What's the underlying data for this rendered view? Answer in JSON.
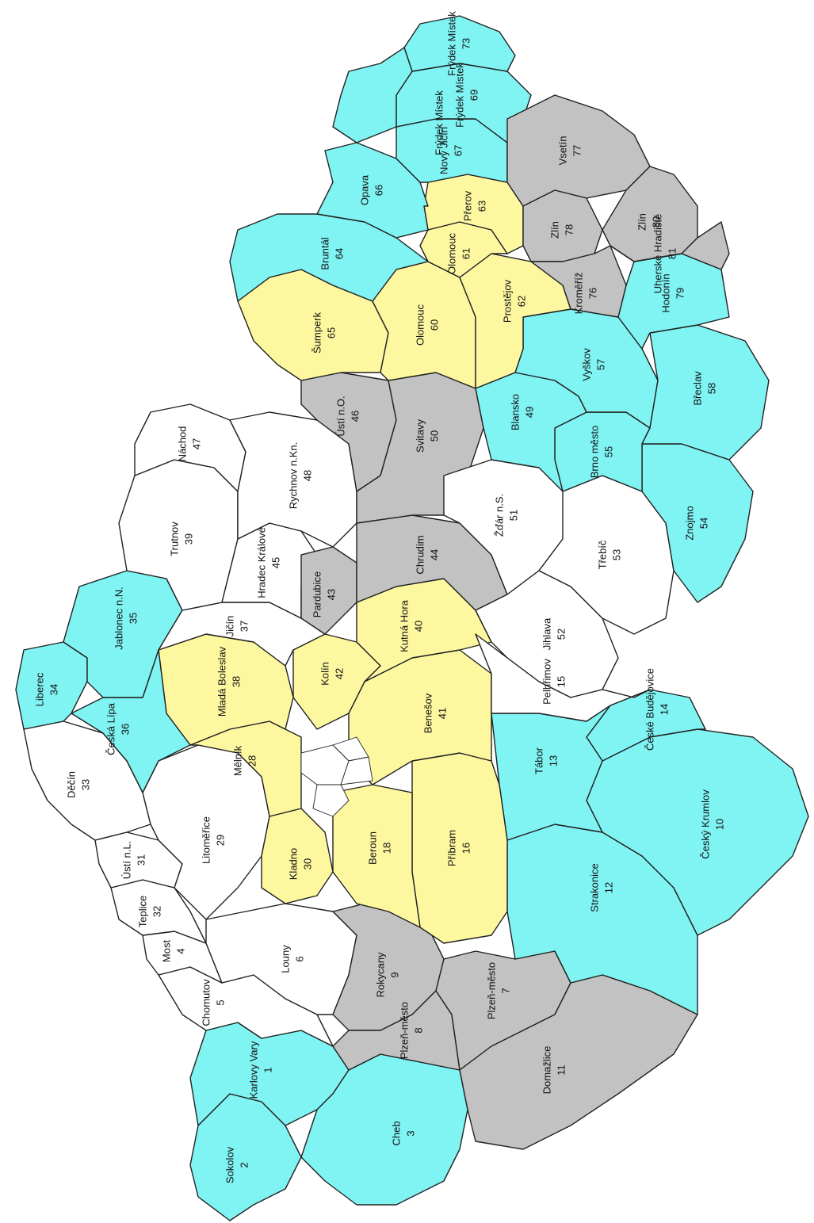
{
  "colors": {
    "cyan": "#80f3f3",
    "yellow": "#fdf8a0",
    "gray": "#c2c2c2",
    "white": "#ffffff",
    "border": "#222222"
  },
  "regions": [
    {
      "key": "r1",
      "name": "Karlovy Vary",
      "number": "1",
      "color": "cyan"
    },
    {
      "key": "r2",
      "name": "Sokolov",
      "number": "2",
      "color": "cyan"
    },
    {
      "key": "r3",
      "name": "Cheb",
      "number": "3",
      "color": "cyan"
    },
    {
      "key": "r4",
      "name": "Most",
      "number": "4",
      "color": "white"
    },
    {
      "key": "r5",
      "name": "Chomutov",
      "number": "5",
      "color": "white"
    },
    {
      "key": "r6",
      "name": "Louny",
      "number": "6",
      "color": "white"
    },
    {
      "key": "r7",
      "name": "Plzeň-město",
      "number": "7",
      "color": "gray"
    },
    {
      "key": "r8",
      "name": "Plzeň-město",
      "number": "8",
      "color": "gray"
    },
    {
      "key": "r9",
      "name": "Rokycany",
      "number": "9",
      "color": "gray"
    },
    {
      "key": "r10",
      "name": "Český Krumlov",
      "number": "10",
      "color": "cyan"
    },
    {
      "key": "r11",
      "name": "Domažlice",
      "number": "11",
      "color": "gray"
    },
    {
      "key": "r12",
      "name": "Strakonice",
      "number": "12",
      "color": "cyan"
    },
    {
      "key": "r13",
      "name": "Tábor",
      "number": "13",
      "color": "cyan"
    },
    {
      "key": "r14",
      "name": "České Budějovice",
      "number": "14",
      "color": "cyan"
    },
    {
      "key": "r15",
      "name": "Pelhřimov",
      "number": "15",
      "color": "white"
    },
    {
      "key": "r16",
      "name": "Příbram",
      "number": "16",
      "color": "yellow"
    },
    {
      "key": "r18",
      "name": "Beroun",
      "number": "18",
      "color": "yellow"
    },
    {
      "key": "r28",
      "name": "Mělník",
      "number": "28",
      "color": "yellow"
    },
    {
      "key": "r29",
      "name": "Litoměřice",
      "number": "29",
      "color": "white"
    },
    {
      "key": "r30",
      "name": "Kladno",
      "number": "30",
      "color": "yellow"
    },
    {
      "key": "r31",
      "name": "Ústí n.L.",
      "number": "31",
      "color": "white"
    },
    {
      "key": "r32",
      "name": "Teplice",
      "number": "32",
      "color": "white"
    },
    {
      "key": "r33",
      "name": "Děčín",
      "number": "33",
      "color": "white"
    },
    {
      "key": "r34",
      "name": "Liberec",
      "number": "34",
      "color": "cyan"
    },
    {
      "key": "r35",
      "name": "Jablonec n.N.",
      "number": "35",
      "color": "cyan"
    },
    {
      "key": "r36",
      "name": "Česká Lípa",
      "number": "36",
      "color": "cyan"
    },
    {
      "key": "r37",
      "name": "Jičín",
      "number": "37",
      "color": "white"
    },
    {
      "key": "r38",
      "name": "Mladá Boleslav",
      "number": "38",
      "color": "yellow"
    },
    {
      "key": "r39",
      "name": "Trutnov",
      "number": "39",
      "color": "white"
    },
    {
      "key": "r40",
      "name": "Kutná Hora",
      "number": "40",
      "color": "yellow"
    },
    {
      "key": "r41",
      "name": "Benešov",
      "number": "41",
      "color": "yellow"
    },
    {
      "key": "r42",
      "name": "Kolín",
      "number": "42",
      "color": "yellow"
    },
    {
      "key": "r43",
      "name": "Pardubice",
      "number": "43",
      "color": "gray"
    },
    {
      "key": "r44",
      "name": "Chrudim",
      "number": "44",
      "color": "gray"
    },
    {
      "key": "r45",
      "name": "Hradec Králové",
      "number": "45",
      "color": "white"
    },
    {
      "key": "r47",
      "name": "Náchod",
      "number": "47",
      "color": "white"
    },
    {
      "key": "r48",
      "name": "Rychnov n.Kn.",
      "number": "48",
      "color": "white"
    },
    {
      "key": "r49",
      "name": "Blansko",
      "number": "49",
      "color": "cyan"
    },
    {
      "key": "r46",
      "name": "Ústí n.O.",
      "number": "46",
      "color": "gray"
    },
    {
      "key": "r50",
      "name": "Svitavy",
      "number": "50",
      "color": "gray"
    },
    {
      "key": "r51",
      "name": "Žďár n.S.",
      "number": "51",
      "color": "white"
    },
    {
      "key": "r52",
      "name": "Jihlava",
      "number": "52",
      "color": "white"
    },
    {
      "key": "r53",
      "name": "Třebíč",
      "number": "53",
      "color": "white"
    },
    {
      "key": "r54",
      "name": "Znojmo",
      "number": "54",
      "color": "cyan"
    },
    {
      "key": "r55",
      "name": "Brno město",
      "number": "55",
      "color": "cyan"
    },
    {
      "key": "r57",
      "name": "Vyškov",
      "number": "57",
      "color": "cyan"
    },
    {
      "key": "r58",
      "name": "Břeclav",
      "number": "58",
      "color": "cyan"
    },
    {
      "key": "r60",
      "name": "Olomouc",
      "number": "60",
      "color": "yellow"
    },
    {
      "key": "r61",
      "name": "Olomouc",
      "number": "61",
      "color": "yellow"
    },
    {
      "key": "r62",
      "name": "Prostějov",
      "number": "62",
      "color": "yellow"
    },
    {
      "key": "r63",
      "name": "Přerov",
      "number": "63",
      "color": "yellow"
    },
    {
      "key": "r64",
      "name": "Bruntál",
      "number": "64",
      "color": "cyan"
    },
    {
      "key": "r65",
      "name": "Šumperk",
      "number": "65",
      "color": "yellow"
    },
    {
      "key": "r66",
      "name": "Opava",
      "number": "66",
      "color": "cyan"
    },
    {
      "key": "r67",
      "name": "Nový Jičín",
      "number": "67",
      "color": "cyan"
    },
    {
      "key": "r69",
      "name": "Frýdek Místek",
      "number": "69",
      "color": "cyan"
    },
    {
      "key": "r73",
      "name": "Frýdek Místek",
      "number": "73",
      "color": "cyan"
    },
    {
      "key": "r76",
      "name": "Kroměříž",
      "number": "76",
      "color": "gray"
    },
    {
      "key": "r77",
      "name": "Vsetín",
      "number": "77",
      "color": "gray"
    },
    {
      "key": "r78",
      "name": "Zlín",
      "number": "78",
      "color": "gray"
    },
    {
      "key": "r79",
      "name": "Hodonín",
      "number": "79",
      "color": "cyan"
    },
    {
      "key": "r80",
      "name": "Zlín",
      "number": "80",
      "color": "gray"
    },
    {
      "key": "r81",
      "name": "Uherské Hradiště",
      "number": "81",
      "color": "gray"
    }
  ],
  "extra_labels": {
    "frydek_mistek_small": "Frýdek Místek"
  }
}
